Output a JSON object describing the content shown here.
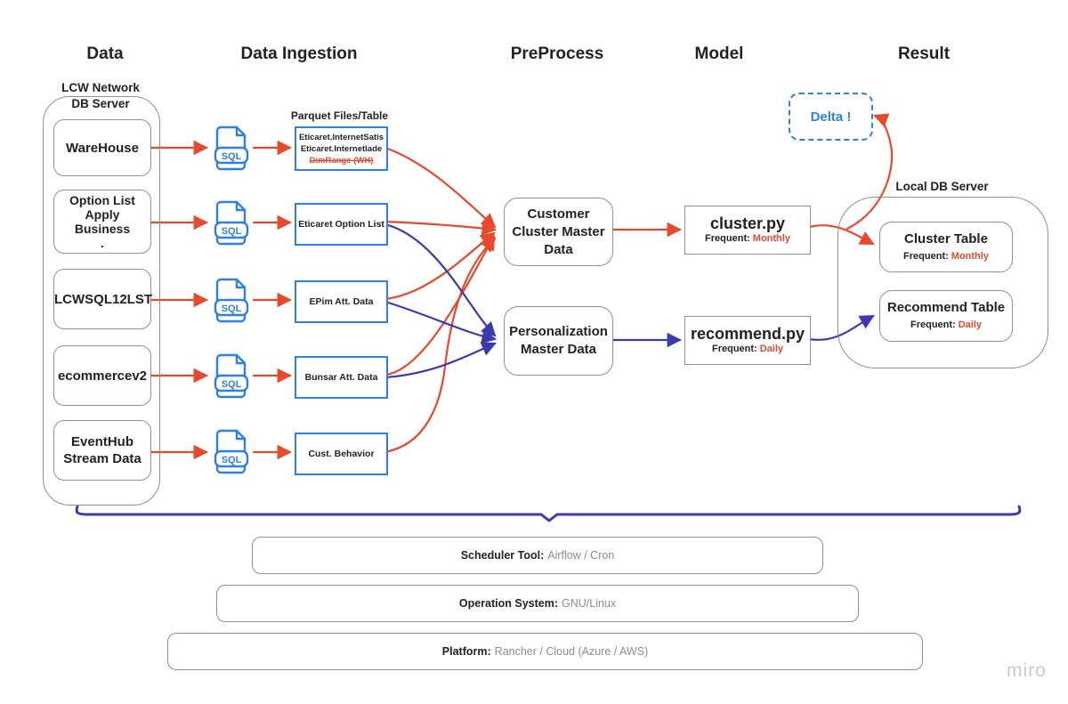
{
  "colors": {
    "red": "#e8482c",
    "blue": "#3c3aae",
    "blue_light": "#2f80e4",
    "border": "#8f8f8f",
    "text": "#222222",
    "muted": "#8c8c8c",
    "watermark": "#c9c9c9"
  },
  "columns": {
    "data": "Data",
    "ingestion": "Data Ingestion",
    "preprocess": "PreProcess",
    "model": "Model",
    "result": "Result"
  },
  "source_group": {
    "label": "LCW Network\nDB Server",
    "nodes": {
      "warehouse": "WareHouse",
      "option_list": "Option List\nApply\nBusiness\n.",
      "lcwsql": "LCWSQL12LST",
      "ecommerce": "ecommercev2",
      "eventhub": "EventHub\nStream Data"
    }
  },
  "icons": {
    "sql_label": "SQL"
  },
  "ingestion": {
    "parquet_caption": "Parquet Files/Table",
    "parquet_line1": "Eticaret.InternetSatis",
    "parquet_line2": "Eticaret.InternetIade",
    "parquet_line3": "DimRange (WH)",
    "option_list": "Eticaret Option List",
    "epim": "EPim Att. Data",
    "bunsar": "Bunsar Att. Data",
    "behavior": "Cust. Behavior"
  },
  "preprocess": {
    "customer": "Customer\nCluster Master\nData",
    "personalization": "Personalization\nMaster Data"
  },
  "model": {
    "cluster": {
      "title": "cluster.py",
      "freq_label": "Frequent:",
      "freq_value": "Monthly"
    },
    "recommend": {
      "title": "recommend.py",
      "freq_label": "Frequent:",
      "freq_value": "Daily"
    }
  },
  "result": {
    "delta": "Delta !",
    "group_label": "Local DB Server",
    "cluster_table": {
      "title": "Cluster Table",
      "freq_label": "Frequent:",
      "freq_value": "Monthly"
    },
    "recommend_table": {
      "title": "Recommend Table",
      "freq_label": "Frequent:",
      "freq_value": "Daily"
    }
  },
  "infrastructure": {
    "scheduler": {
      "label": "Scheduler Tool:",
      "value": "Airflow / Cron"
    },
    "os": {
      "label": "Operation System:",
      "value": "GNU/Linux"
    },
    "platform": {
      "label": "Platform:",
      "value": "Rancher / Cloud (Azure / AWS)"
    }
  },
  "watermark": "miro"
}
